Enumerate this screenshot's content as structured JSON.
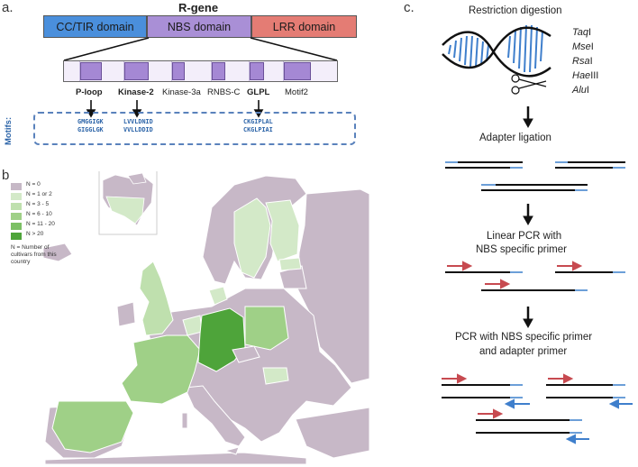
{
  "panels": {
    "a": "a.",
    "b": "b.",
    "c": "c."
  },
  "panel_a": {
    "title": "R-gene",
    "domains": [
      "CC/TIR domain",
      "NBS domain",
      "LRR domain"
    ],
    "motif_labels": [
      {
        "text": "P-loop",
        "bold": true
      },
      {
        "text": "Kinase-2",
        "bold": true
      },
      {
        "text": "Kinase-3a",
        "bold": false
      },
      {
        "text": "RNBS-C",
        "bold": false
      },
      {
        "text": "GLPL",
        "bold": true
      },
      {
        "text": "Motif2",
        "bold": false
      }
    ],
    "motifs_label": "Motifs:",
    "sequences": {
      "ploop": [
        "GMGGIGK",
        "GIGGLGK"
      ],
      "kinase2": [
        "LVVLDNID",
        "VVLLDDID"
      ],
      "glpl": [
        "CKGIPLAL",
        "CKGLPIAI"
      ]
    }
  },
  "panel_b": {
    "legend": [
      {
        "label": "N = 0",
        "color": "#c6b8c6"
      },
      {
        "label": "N = 1 or 2",
        "color": "#d3e9c8"
      },
      {
        "label": "N = 3 - 5",
        "color": "#bfe0ae"
      },
      {
        "label": "N = 6 - 10",
        "color": "#9fd087"
      },
      {
        "label": "N = 11 - 20",
        "color": "#7cc065"
      },
      {
        "label": "N > 20",
        "color": "#4ea43a"
      }
    ],
    "note": [
      "N = Number of",
      "cultivars from this",
      "country"
    ]
  },
  "panel_c": {
    "steps": [
      "Restriction digestion",
      "Adapter ligation",
      "Linear PCR with",
      "NBS specific primer",
      "PCR with NBS specific primer",
      "and adapter primer"
    ],
    "enzymes": [
      {
        "italic": "Taq",
        "rest": "I"
      },
      {
        "italic": "Mse",
        "rest": "I"
      },
      {
        "italic": "Rsa",
        "rest": "I"
      },
      {
        "italic": "Hae",
        "rest": "III"
      },
      {
        "italic": "Alu",
        "rest": "I"
      }
    ],
    "colors": {
      "adapter": "#6c9fd8",
      "primer_red": "#c74a50",
      "primer_blue": "#3f7fcc",
      "dna": "#111111"
    }
  }
}
